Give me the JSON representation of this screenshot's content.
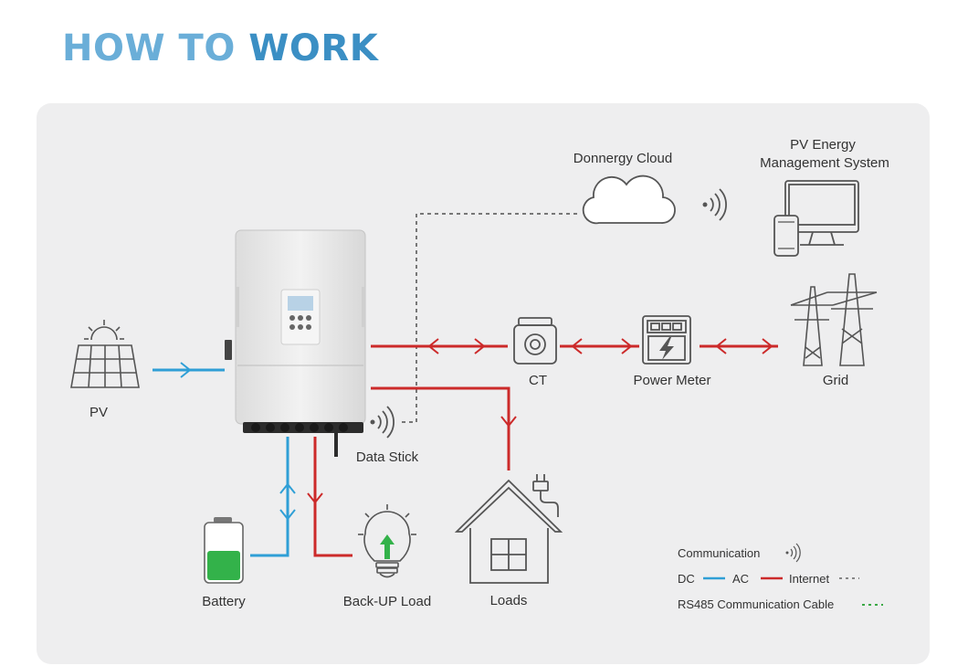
{
  "header": {
    "title_part1": "HOW TO",
    "title_part2": "WORK"
  },
  "nodes": {
    "pv": "PV",
    "battery": "Battery",
    "backup_load": "Back-UP Load",
    "loads": "Loads",
    "data_stick": "Data Stick",
    "ct": "CT",
    "power_meter": "Power Meter",
    "grid": "Grid",
    "cloud": "Donnergy Cloud",
    "ems_line1": "PV Energy",
    "ems_line2": "Management System"
  },
  "legend": {
    "communication": "Communication",
    "dc": "DC",
    "ac": "AC",
    "internet": "Internet",
    "rs485": "RS485 Communication Cable"
  },
  "colors": {
    "dc": "#2f9fd6",
    "ac": "#cc2a2a",
    "internet": "#777777",
    "rs485": "#3aa845",
    "accent": "#3b8fc4",
    "battery_fill": "#33b24a"
  }
}
